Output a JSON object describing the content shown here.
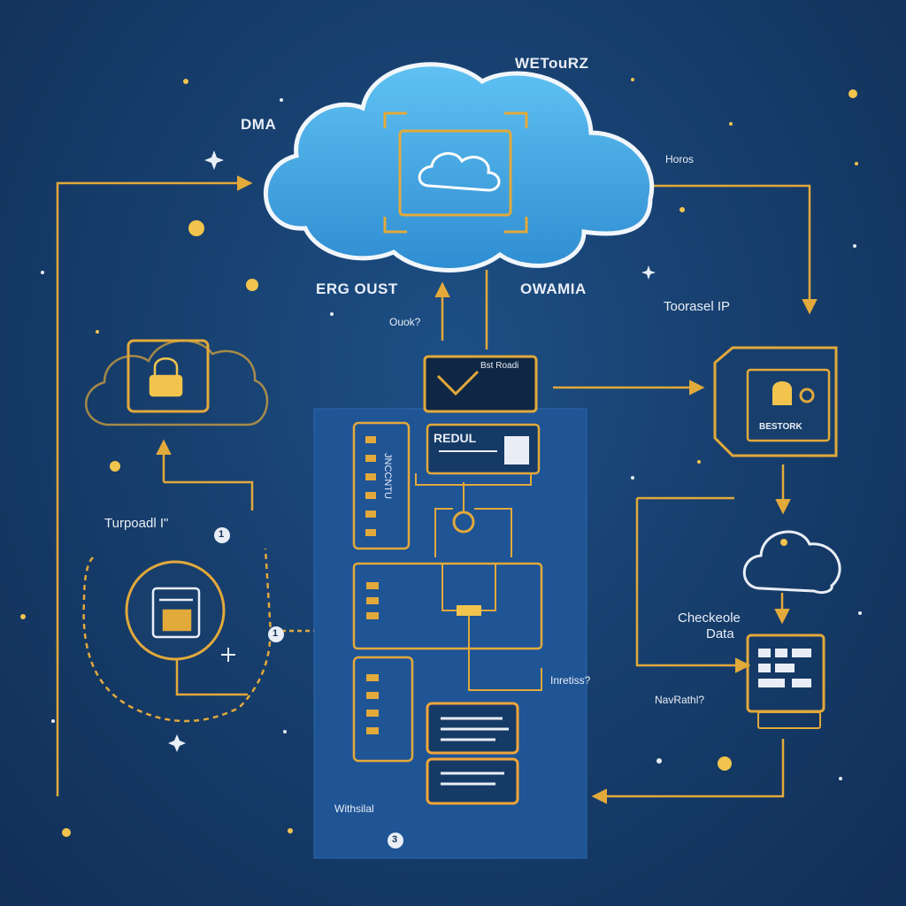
{
  "labels": {
    "dma": "DMA",
    "wetourz": "WETouRZ",
    "horos": "Horos",
    "erg_oust": "ERG OUST",
    "owamia": "OWAMIA",
    "ouok": "Ouok?",
    "toorasel": "Toorasel IP",
    "turpoadl": "Turpoadl I\"",
    "checkeole": "Checkeole",
    "data": "Data",
    "navrathl": "NavRathl?",
    "inretiss": "Inretiss?",
    "withsilal": "Withsilal",
    "redul": "REDUL",
    "bst_roadi": "Bst Roadi",
    "bestork": "BESTORK",
    "vert_label": "JNCCNTU"
  },
  "badges": {
    "b1": "1",
    "b2": "1",
    "b3": "3"
  },
  "colors": {
    "background": "#173f6e",
    "line": "#e2a93b",
    "cloud": "#45a9e4",
    "panel": "#1f5495",
    "text": "#e9eef6"
  },
  "icons": [
    "cloud-icon",
    "lock-icon",
    "clipboard-icon",
    "server-icon",
    "gear-icon"
  ]
}
